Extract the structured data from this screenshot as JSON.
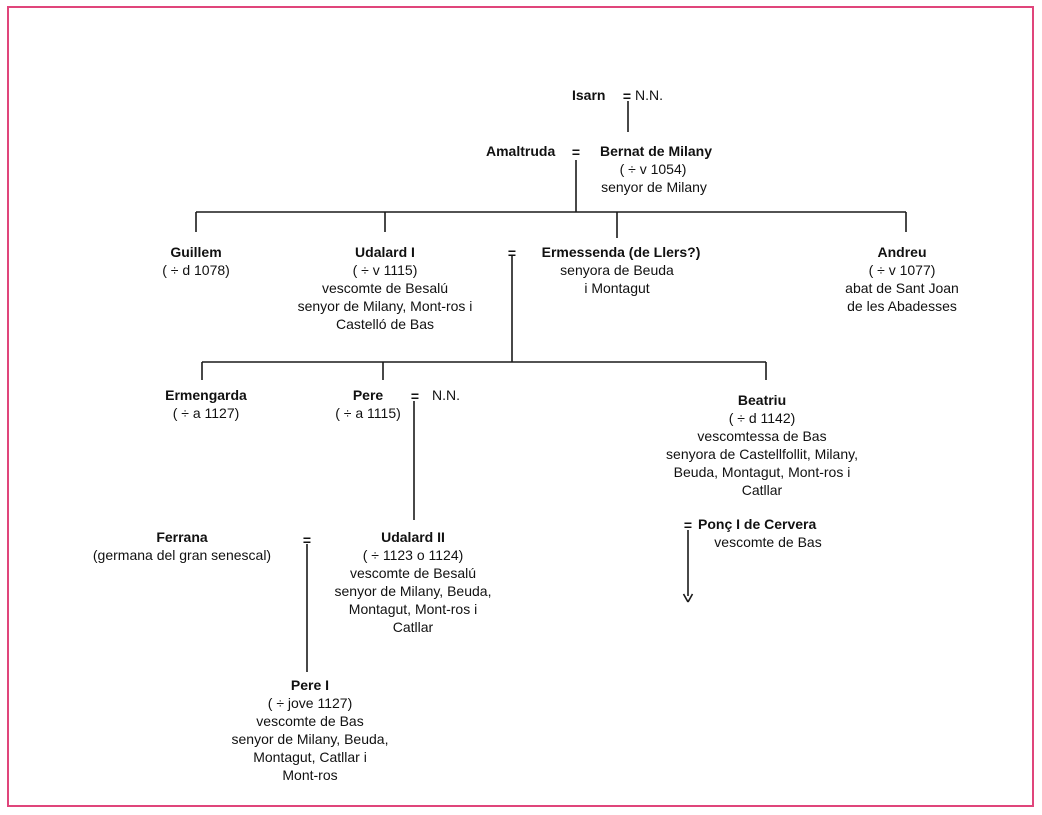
{
  "isarn": {
    "name": "Isarn",
    "spouse": "N.N."
  },
  "bernat": {
    "spouse": "Amaltruda",
    "name": "Bernat de Milany",
    "dates": "( ÷ v 1054)",
    "title": "senyor de Milany"
  },
  "guillem": {
    "name": "Guillem",
    "dates": "( ÷ d 1078)"
  },
  "udalard1": {
    "name": "Udalard I",
    "dates": "( ÷ v 1115)",
    "lines": [
      "vescomte de Besalú",
      "senyor de Milany, Mont-ros i",
      "Castelló de Bas"
    ]
  },
  "ermessenda": {
    "name": "Ermessenda (de Llers?)",
    "lines": [
      "senyora de Beuda",
      "i Montagut"
    ]
  },
  "andreu": {
    "name": "Andreu",
    "dates": "( ÷ v 1077)",
    "lines": [
      "abat de Sant Joan",
      "de les Abadesses"
    ]
  },
  "ermengarda": {
    "name": "Ermengarda",
    "dates": "( ÷ a 1127)"
  },
  "pere": {
    "name": "Pere",
    "dates": "( ÷ a 1115)",
    "spouse": "N.N."
  },
  "beatriu": {
    "name": "Beatriu",
    "dates": "( ÷ d 1142)",
    "lines": [
      "vescomtessa de Bas",
      "senyora de Castellfollit, Milany,",
      "Beuda, Montagut, Mont-ros i",
      "Catllar"
    ]
  },
  "ponc": {
    "name": "Ponç I de Cervera",
    "title": "vescomte de Bas"
  },
  "ferrana": {
    "name": "Ferrana",
    "note": "(germana del gran senescal)"
  },
  "udalard2": {
    "name": "Udalard II",
    "dates": "( ÷ 1123 o 1124)",
    "lines": [
      "vescomte de Besalú",
      "senyor de Milany, Beuda,",
      "Montagut, Mont-ros i",
      "Catllar"
    ]
  },
  "pere1": {
    "name": "Pere I",
    "dates": "( ÷ jove 1127)",
    "lines": [
      "vescomte de Bas",
      "senyor de Milany, Beuda,",
      "Montagut, Catllar i",
      "Mont-ros"
    ]
  },
  "symbols": {
    "marriage": "="
  },
  "colors": {
    "frame": "#e0457b",
    "lines": "#1a1a1a",
    "text": "#111111"
  }
}
